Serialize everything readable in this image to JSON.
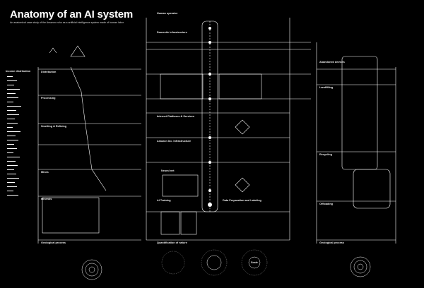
{
  "header": {
    "title": "Anatomy of an AI system",
    "subtitle": "An anatomical case study of the Amazon echo as a artificial intelligence system made of human labor"
  },
  "left_column": {
    "axis_label": "Income distribution",
    "sections": [
      "Distribution",
      "Processing",
      "Smelting & Refining",
      "Mines",
      "Minerals",
      "Geological process"
    ]
  },
  "center_column": {
    "sections": [
      "Human operator",
      "Domestic infrastructure",
      "Internet Platforms & Services",
      "Amazon Inc. Infrastructure",
      "Neural net",
      "AI Training",
      "Data Preparation and Labeling",
      "Quantification of nature",
      "Scale"
    ]
  },
  "right_column": {
    "sections": [
      "Abandoned devices",
      "Landfilling",
      "Recycling",
      "Offloading",
      "Geological process"
    ]
  },
  "colors": {
    "background": "#000000",
    "foreground": "#ffffff"
  }
}
